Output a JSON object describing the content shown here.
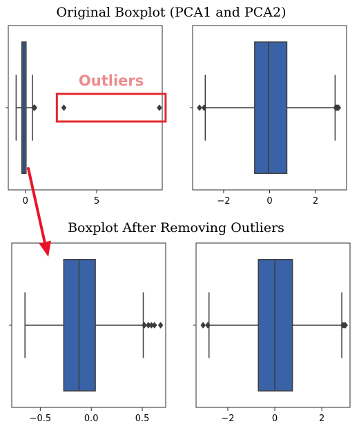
{
  "titles": {
    "top": "Original Boxplot (PCA1 and  PCA2)",
    "bottom": "Boxplot After Removing Outliers"
  },
  "colors": {
    "box_fill": "#3a62a6",
    "line": "#3c3c3c",
    "frame": "#2b2b2b",
    "annotation_text": "#ec8c8c",
    "annotation_box": "#e0282e",
    "arrow": "#e8142a"
  },
  "annotation": {
    "text": "Outliers",
    "region_xmin": 2.4,
    "region_xmax": 9.4
  },
  "chart_data": [
    {
      "type": "box",
      "xlim": [
        -1.2,
        9.6
      ],
      "xticks": [
        0,
        5
      ],
      "xticklabels": [
        "0",
        "5"
      ],
      "whisker_low": -0.65,
      "q1": -0.25,
      "median": -0.1,
      "q3": 0.05,
      "whisker_high": 0.5,
      "outliers": [
        0.6,
        0.65,
        2.7,
        9.4
      ],
      "grid": false
    },
    {
      "type": "box",
      "xlim": [
        -3.35,
        3.35
      ],
      "xticks": [
        -2,
        0,
        2
      ],
      "xticklabels": [
        "−2",
        "0",
        "2"
      ],
      "whisker_low": -2.8,
      "q1": -0.65,
      "median": -0.05,
      "q3": 0.75,
      "whisker_high": 2.85,
      "outliers": [
        -3.05,
        -2.85,
        2.88,
        2.92,
        2.95,
        3.0
      ],
      "grid": false
    },
    {
      "type": "box",
      "xlim": [
        -0.78,
        0.73
      ],
      "xticks": [
        -0.5,
        0.0,
        0.5
      ],
      "xticklabels": [
        "−0.5",
        "0.0",
        "0.5"
      ],
      "whisker_low": -0.65,
      "q1": -0.27,
      "median": -0.12,
      "q3": 0.04,
      "whisker_high": 0.51,
      "outliers": [
        0.52,
        0.56,
        0.59,
        0.62,
        0.68
      ],
      "grid": false
    },
    {
      "type": "box",
      "xlim": [
        -3.35,
        3.2
      ],
      "xticks": [
        -2,
        0,
        2
      ],
      "xticklabels": [
        "−2",
        "0",
        "2"
      ],
      "whisker_low": -2.8,
      "q1": -0.7,
      "median": 0.0,
      "q3": 0.75,
      "whisker_high": 2.85,
      "outliers": [
        -3.05,
        -2.85,
        2.9,
        2.95,
        3.0
      ],
      "grid": false
    }
  ]
}
